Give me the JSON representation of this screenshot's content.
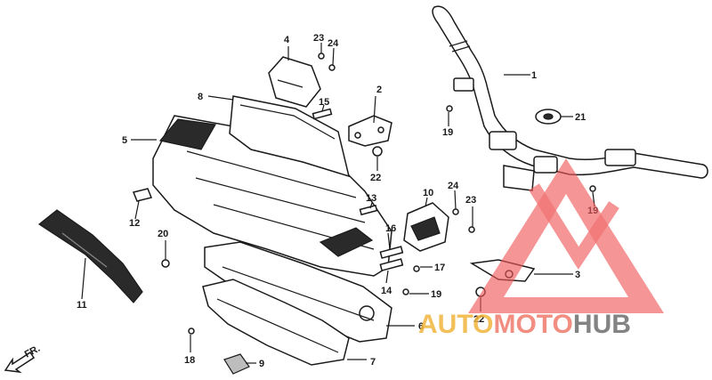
{
  "callouts": {
    "1": "1",
    "2": "2",
    "3": "3",
    "4": "4",
    "5": "5",
    "6": "6",
    "7": "7",
    "8": "8",
    "9": "9",
    "10": "10",
    "11": "11",
    "12": "12",
    "13": "13",
    "14": "14",
    "15": "15",
    "16": "16",
    "17": "17",
    "18": "18",
    "19a": "19",
    "19b": "19",
    "19c": "19",
    "20": "20",
    "21": "21",
    "22a": "22",
    "22b": "22",
    "23a": "23",
    "23b": "23",
    "24a": "24",
    "24b": "24"
  },
  "direction_label": "FR.",
  "watermark": {
    "part1": "AUTO",
    "part2": "MOTO",
    "part3": "HUB",
    "colors": {
      "auto": "#f2b43c",
      "moto": "#f07a6c",
      "hub": "#6e6e6e",
      "triangle": "#ef5a5a"
    }
  }
}
